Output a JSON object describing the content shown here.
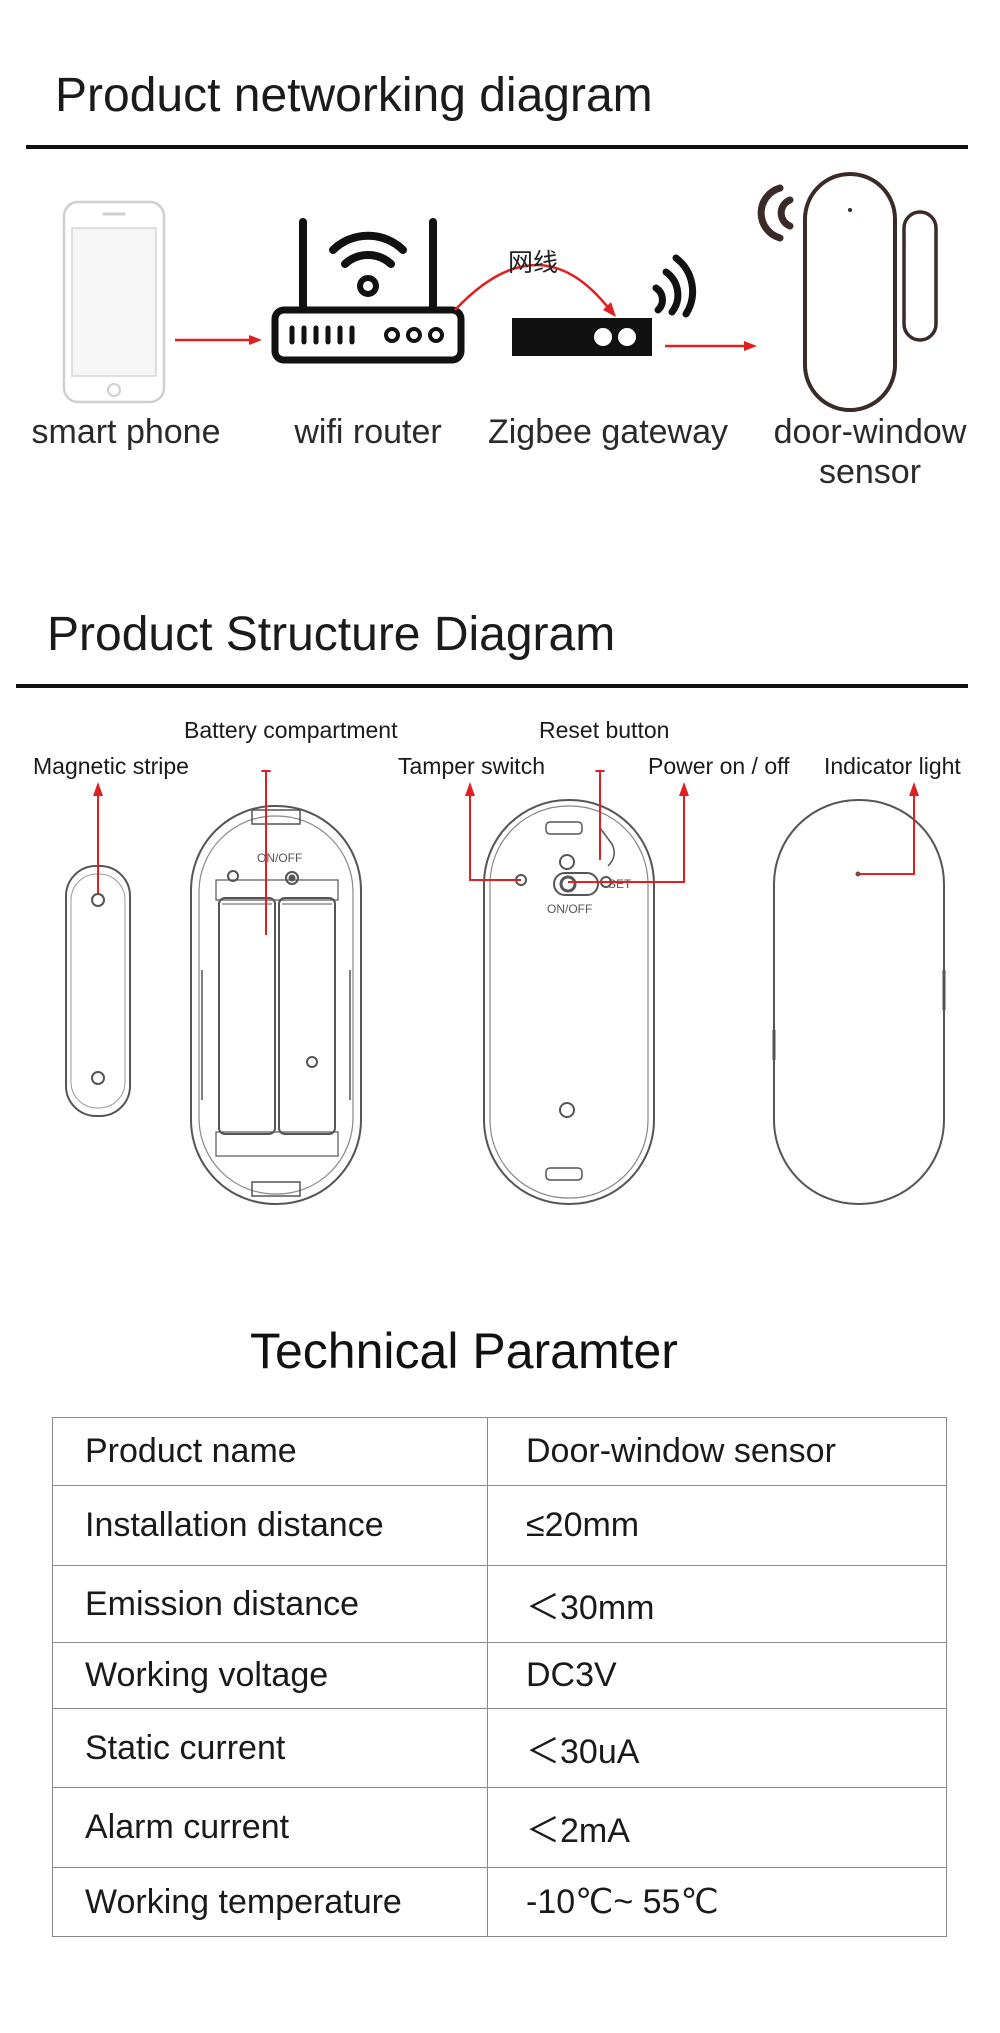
{
  "networking": {
    "title": "Product networking diagram",
    "devices": [
      {
        "name": "smartphone-icon",
        "label": "smart phone"
      },
      {
        "name": "wifi-router-icon",
        "label": "wifi router"
      },
      {
        "name": "zigbee-gateway-icon",
        "label": "Zigbee gateway"
      },
      {
        "name": "door-window-sensor-icon",
        "label": "door-window sensor"
      }
    ],
    "cable_label": "网线"
  },
  "structure": {
    "title": "Product Structure Diagram",
    "callouts": {
      "magnetic_stripe": "Magnetic stripe",
      "battery_compartment": "Battery compartment",
      "tamper_switch": "Tamper switch",
      "reset_button": "Reset button",
      "power": "Power on / off",
      "indicator": "Indicator light"
    },
    "device_marks": {
      "on_off": "ON/OFF",
      "set": "SET"
    }
  },
  "technical": {
    "title": "Technical Paramter",
    "rows": [
      {
        "param": "Product name",
        "value": "Door-window sensor"
      },
      {
        "param": "Installation distance",
        "value": "≤20mm"
      },
      {
        "param": "Emission distance",
        "value": "＜30mm"
      },
      {
        "param": "Working voltage",
        "value": "DC3V"
      },
      {
        "param": "Static current",
        "value": "＜30uA"
      },
      {
        "param": "Alarm current",
        "value": "＜2mA"
      },
      {
        "param": "Working temperature",
        "value": "-10℃~ 55℃"
      }
    ]
  },
  "colors": {
    "accent_arrow": "#e02020",
    "line": "#111111",
    "device_outline": "#555555"
  }
}
